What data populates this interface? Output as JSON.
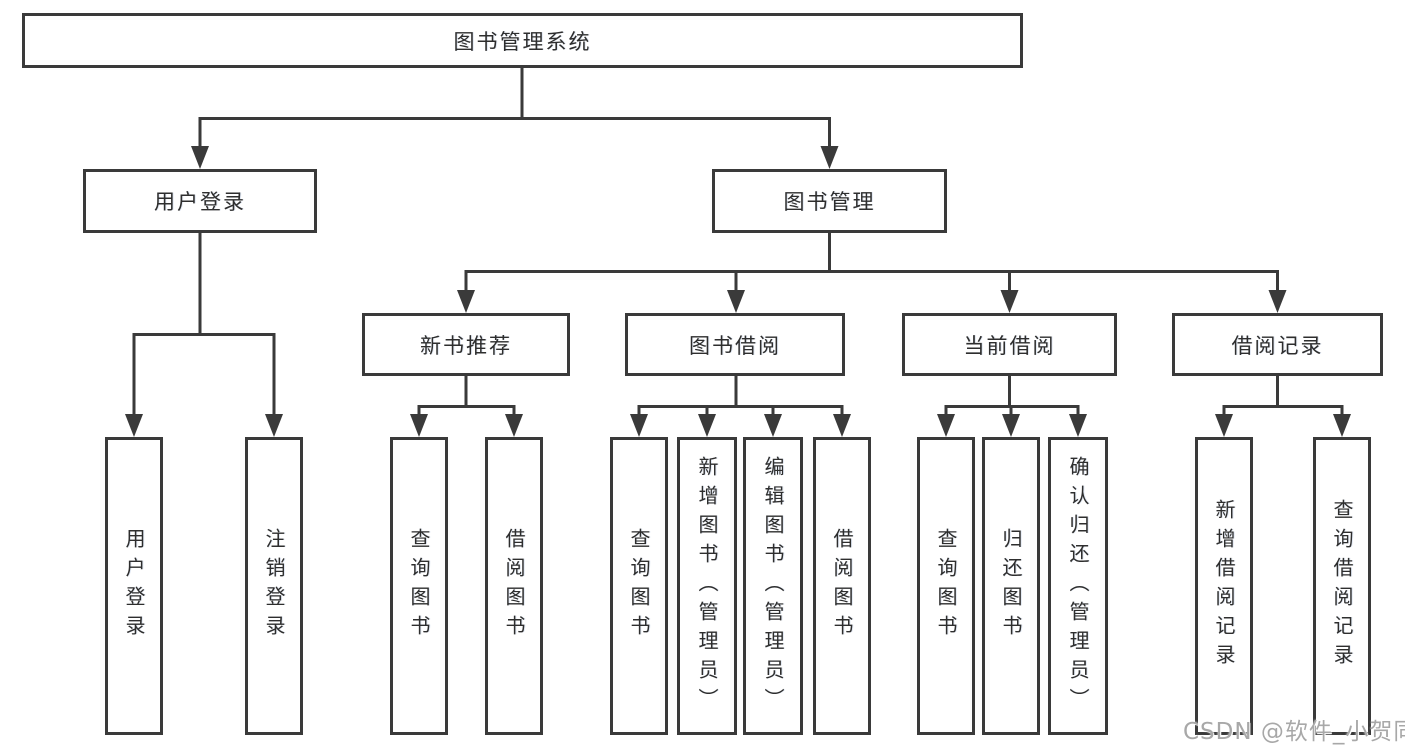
{
  "tree": {
    "root": "图书管理系统",
    "branches": [
      {
        "label": "用户登录",
        "leaves": [
          "用户登录",
          "注销登录"
        ]
      },
      {
        "label": "图书管理",
        "groups": [
          {
            "label": "新书推荐",
            "leaves": [
              "查询图书",
              "借阅图书"
            ]
          },
          {
            "label": "图书借阅",
            "leaves": [
              "查询图书",
              "新增图书（管理员）",
              "编辑图书（管理员）",
              "借阅图书"
            ]
          },
          {
            "label": "当前借阅",
            "leaves": [
              "查询图书",
              "归还图书",
              "确认归还（管理员）"
            ]
          },
          {
            "label": "借阅记录",
            "leaves": [
              "新增借阅记录",
              "查询借阅记录"
            ]
          }
        ]
      }
    ]
  },
  "watermark": {
    "text": "CSDN @软件_小贺同学"
  },
  "colors": {
    "line": "#3a3a3a",
    "box_border": "#3a3a3a",
    "text": "#2e2e2e",
    "watermark": "#a8a8a8",
    "background": "#ffffff"
  }
}
